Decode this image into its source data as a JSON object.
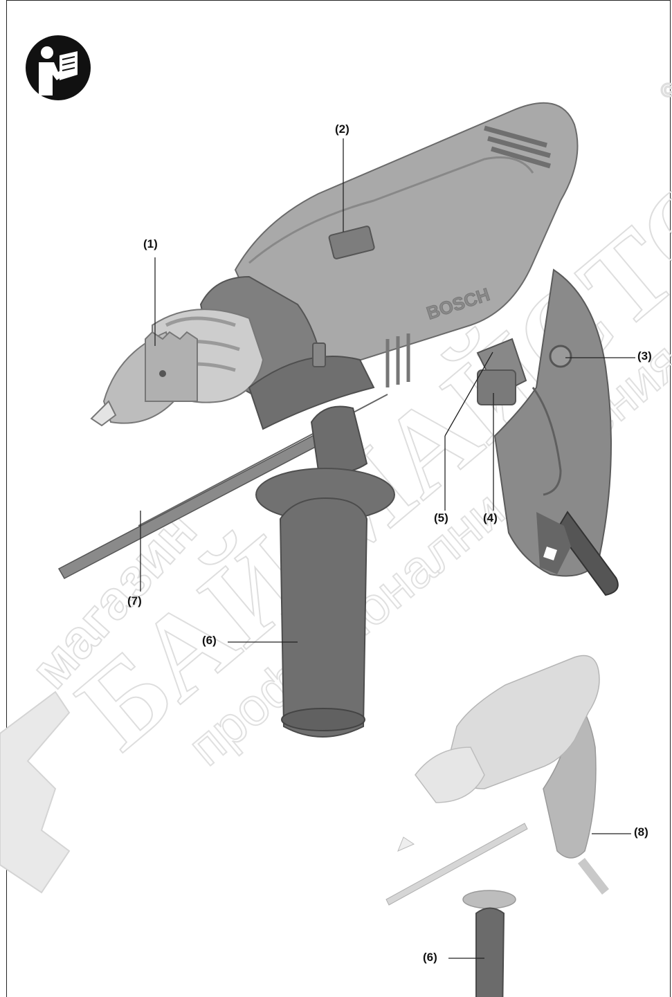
{
  "callouts": {
    "c1": "(1)",
    "c2": "(2)",
    "c3": "(3)",
    "c4": "(4)",
    "c5": "(5)",
    "c6a": "(6)",
    "c7": "(7)",
    "c6b": "(6)",
    "c8": "(8)"
  },
  "brand_on_tool": "BOSCH",
  "watermark": {
    "line1": "магазин",
    "line2": "БАЙ МАЙСТОРА",
    "line3": "професионални решения",
    "mark": "©"
  },
  "colors": {
    "body_grey": "#a8a8a8",
    "dark_grey": "#6f6f6f",
    "handle_grey": "#7a7a7a",
    "light_tool": "#d9d9d9",
    "watermark": "#e6e6e6"
  },
  "icons": [
    "read-manual-icon"
  ]
}
